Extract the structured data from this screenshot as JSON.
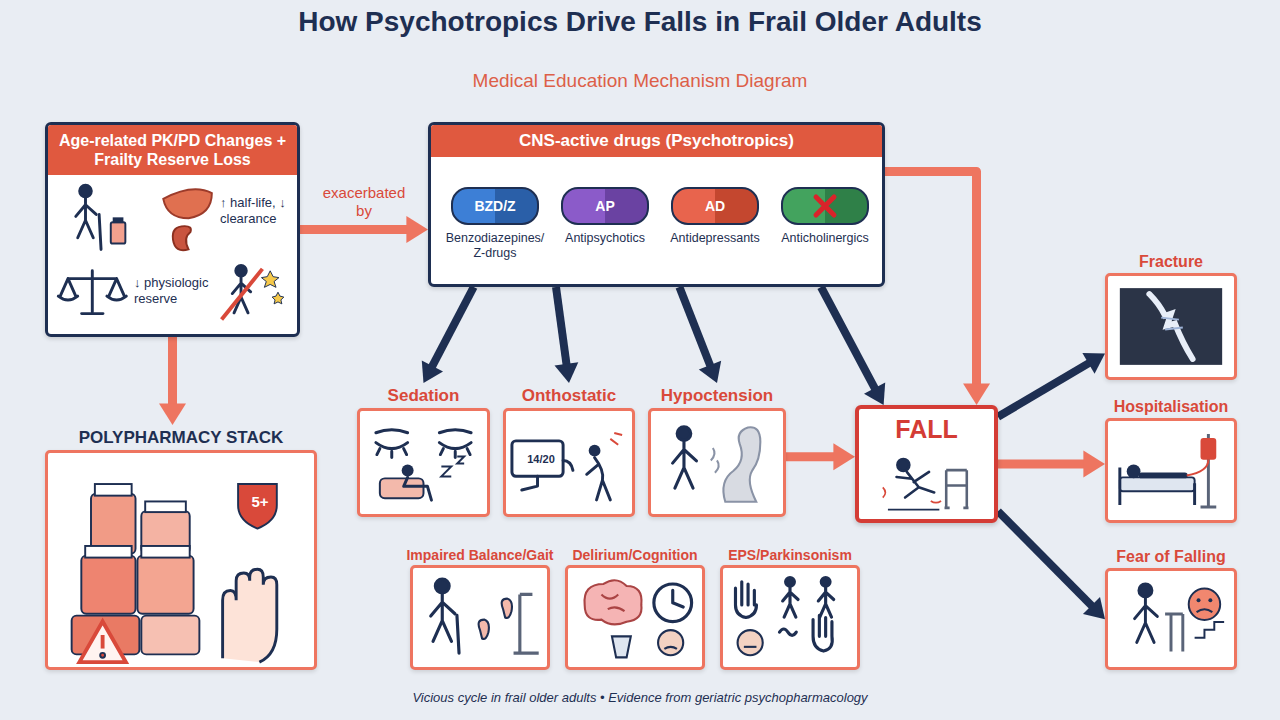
{
  "diagram": {
    "title": "How Psychotropics Drive Falls in Frail Older Adults",
    "caption": "Vicious cycle in frail older adults • Evidence from geriatric psychopharmacology",
    "nodes": [
      {
        "text": [
          "Age-related PK/PD Changes + Frailty Reserve Loss",
          "↑ half-life, ↓ clearance",
          "↓ physiologic reserve"
        ]
      },
      {
        "text": [
          "CNS-active drugs (Psychotropics)"
        ]
      },
      {
        "text": [
          "BZD/Z",
          "Benzodiazepines/ Z-drugs"
        ],
        "in": 1
      },
      {
        "text": [
          "AP",
          "Antipsychotics"
        ],
        "in": 1
      },
      {
        "text": [
          "AD",
          "Antidepressants"
        ],
        "in": 1
      },
      {
        "text": [
          "Anticholinergics"
        ],
        "in": 1
      },
      {
        "text": [
          "POLYPHARMACY STACK",
          "5+"
        ]
      },
      {
        "text": [
          "Sedation"
        ]
      },
      {
        "text": [
          "Onthostatic",
          "14/20"
        ]
      },
      {
        "text": [
          "Hypoctension"
        ]
      },
      {
        "text": [
          "FALL"
        ]
      },
      {
        "text": [
          "Impaired Balance/Gait"
        ]
      },
      {
        "text": [
          "Delirium/Cognition"
        ]
      },
      {
        "text": [
          "EPS/Parkinsonism"
        ]
      },
      {
        "text": [
          "Fracture"
        ]
      },
      {
        "text": [
          "Hospitalisation"
        ]
      },
      {
        "text": [
          "Fear of Falling"
        ]
      }
    ],
    "edges": [
      {
        "from": 0,
        "to": 1,
        "label": "exacerbated by",
        "arrow": "to"
      },
      {
        "from": 0,
        "to": 6,
        "arrow": "to"
      },
      {
        "from": 1,
        "to": 7,
        "arrow": "to"
      },
      {
        "from": 1,
        "to": 8,
        "arrow": "to"
      },
      {
        "from": 1,
        "to": 9,
        "arrow": "to"
      },
      {
        "from": 1,
        "to": 10,
        "arrow": "to"
      },
      {
        "from": 1,
        "to": 10,
        "arrow": "to"
      },
      {
        "from": 9,
        "to": 10,
        "arrow": "to"
      },
      {
        "from": 10,
        "to": 14,
        "arrow": "to"
      },
      {
        "from": 10,
        "to": 15,
        "arrow": "to"
      },
      {
        "from": 10,
        "to": 16,
        "arrow": "to"
      }
    ],
    "labels": [
      "Medical Education Mechanism Diagram"
    ]
  }
}
